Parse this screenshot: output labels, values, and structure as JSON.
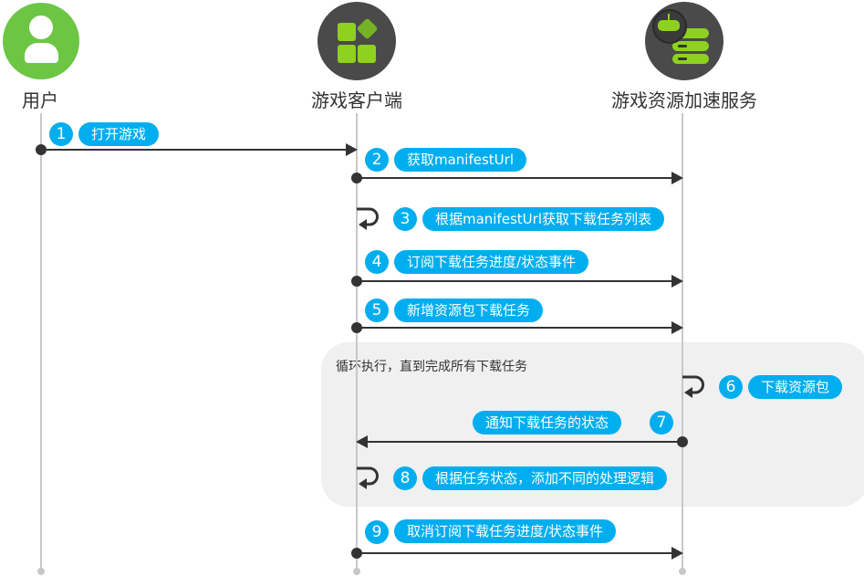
{
  "actors": [
    {
      "name": "用户",
      "icon": "user-icon",
      "color": "#6cc644"
    },
    {
      "name": "游戏客户端",
      "icon": "apps-grid-icon",
      "color": "#4a4a4a"
    },
    {
      "name": "游戏资源加速服务",
      "icon": "gamepad-server-icon",
      "color": "#4a4a4a"
    }
  ],
  "loop": {
    "label": "循环执行，直到完成所有下载任务"
  },
  "steps": [
    {
      "num": "1",
      "label": "打开游戏",
      "from": "用户",
      "to": "游戏客户端"
    },
    {
      "num": "2",
      "label": "获取manifestUrl",
      "from": "游戏客户端",
      "to": "游戏资源加速服务"
    },
    {
      "num": "3",
      "label": "根据manifestUrl获取下载任务列表",
      "from": "游戏客户端",
      "to": "游戏客户端"
    },
    {
      "num": "4",
      "label": "订阅下载任务进度/状态事件",
      "from": "游戏客户端",
      "to": "游戏资源加速服务"
    },
    {
      "num": "5",
      "label": "新增资源包下载任务",
      "from": "游戏客户端",
      "to": "游戏资源加速服务"
    },
    {
      "num": "6",
      "label": "下载资源包",
      "from": "游戏资源加速服务",
      "to": "游戏资源加速服务"
    },
    {
      "num": "7",
      "label": "通知下载任务的状态",
      "from": "游戏资源加速服务",
      "to": "游戏客户端"
    },
    {
      "num": "8",
      "label": "根据任务状态，添加不同的处理逻辑",
      "from": "游戏客户端",
      "to": "游戏客户端"
    },
    {
      "num": "9",
      "label": "取消订阅下载任务进度/状态事件",
      "from": "游戏客户端",
      "to": "游戏资源加速服务"
    }
  ],
  "colors": {
    "accent": "#00aeef",
    "line": "#333333",
    "lifeline": "#c8c8c8",
    "loop_bg": "#f0f0f0"
  }
}
